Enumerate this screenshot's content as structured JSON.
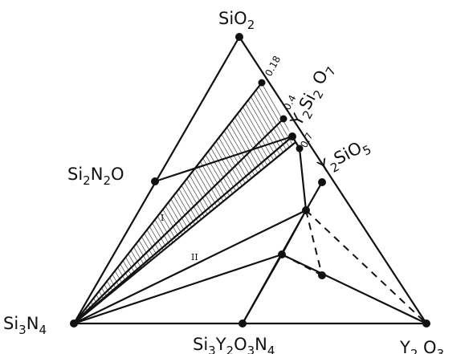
{
  "colors": {
    "ink": "#111111",
    "background": "#ffffff"
  },
  "diagram": {
    "vertices": {
      "top": {
        "main": "SiO",
        "sub": "2"
      },
      "left": {
        "parts": [
          [
            "Si",
            false
          ],
          [
            "3",
            true
          ],
          [
            "N",
            false
          ],
          [
            "4",
            true
          ]
        ]
      },
      "right": {
        "parts": [
          [
            "Y",
            false
          ],
          [
            "2",
            true
          ],
          [
            " O",
            false
          ],
          [
            "3",
            true
          ]
        ]
      }
    },
    "compounds": {
      "si2n2o": {
        "parts": [
          [
            "Si",
            false
          ],
          [
            "2",
            true
          ],
          [
            "N",
            false
          ],
          [
            "2",
            true
          ],
          [
            "O",
            false
          ]
        ]
      },
      "y2si2o7": {
        "parts": [
          [
            "Y",
            false
          ],
          [
            "2",
            true
          ],
          [
            "Si",
            false
          ],
          [
            "2",
            true
          ],
          [
            " O",
            false
          ],
          [
            "7",
            true
          ]
        ]
      },
      "y2sio5": {
        "parts": [
          [
            "Y",
            false
          ],
          [
            "2",
            true
          ],
          [
            "SiO",
            false
          ],
          [
            "5",
            true
          ]
        ]
      },
      "si3y2o3n4": {
        "parts": [
          [
            "Si",
            false
          ],
          [
            "3",
            true
          ],
          [
            "Y",
            false
          ],
          [
            "2",
            true
          ],
          [
            "O",
            false
          ],
          [
            "3",
            true
          ],
          [
            "N",
            false
          ],
          [
            "4",
            true
          ]
        ]
      }
    },
    "ratio_labels": {
      "r1": "0.18",
      "r2": "0.4",
      "r3": "0.7"
    },
    "region_labels": {
      "i": "I",
      "ii": "II"
    }
  }
}
